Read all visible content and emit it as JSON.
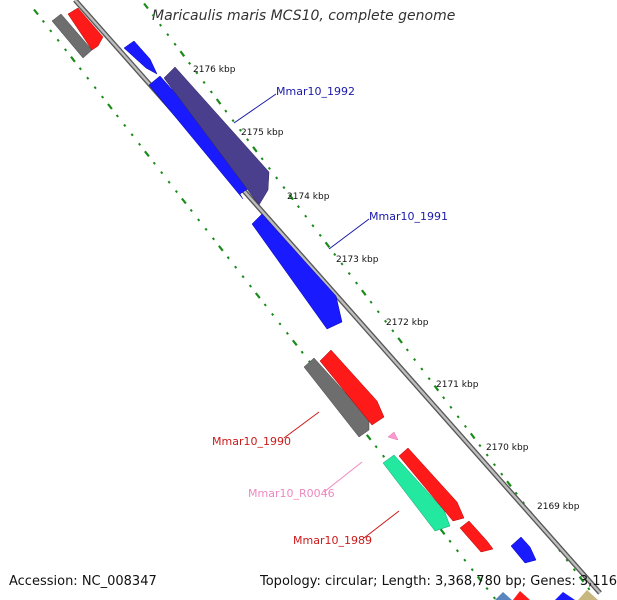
{
  "title": "Maricaulis maris MCS10, complete genome",
  "footer": {
    "accession": "Accession: NC_008347",
    "topology": "Topology: circular; Length: 3,368,780 bp; Genes: 3,116"
  },
  "colors": {
    "backbone": "#8c8c8c",
    "tick_dots": "#1a8a1a",
    "cds_forward": "#ff1a1a",
    "cds_reverse": "#1a1aff",
    "gene_gray": "#6e6e6e",
    "cds_purple": "#4a3f8c",
    "rrna": "#22e8a0",
    "trna": "#ff9ad0"
  },
  "ticks": [
    "2176 kbp",
    "2175 kbp",
    "2174 kbp",
    "2173 kbp",
    "2172 kbp",
    "2171 kbp",
    "2170 kbp",
    "2169 kbp"
  ],
  "gene_labels": [
    {
      "text": "Mmar10_1992",
      "color": "#1a1aaa"
    },
    {
      "text": "Mmar10_1991",
      "color": "#1a1aaa"
    },
    {
      "text": "Mmar10_1990",
      "color": "#cc1a1a"
    },
    {
      "text": "Mmar10_R0046",
      "color": "#ee88c0"
    },
    {
      "text": "Mmar10_1989",
      "color": "#cc1a1a"
    }
  ]
}
